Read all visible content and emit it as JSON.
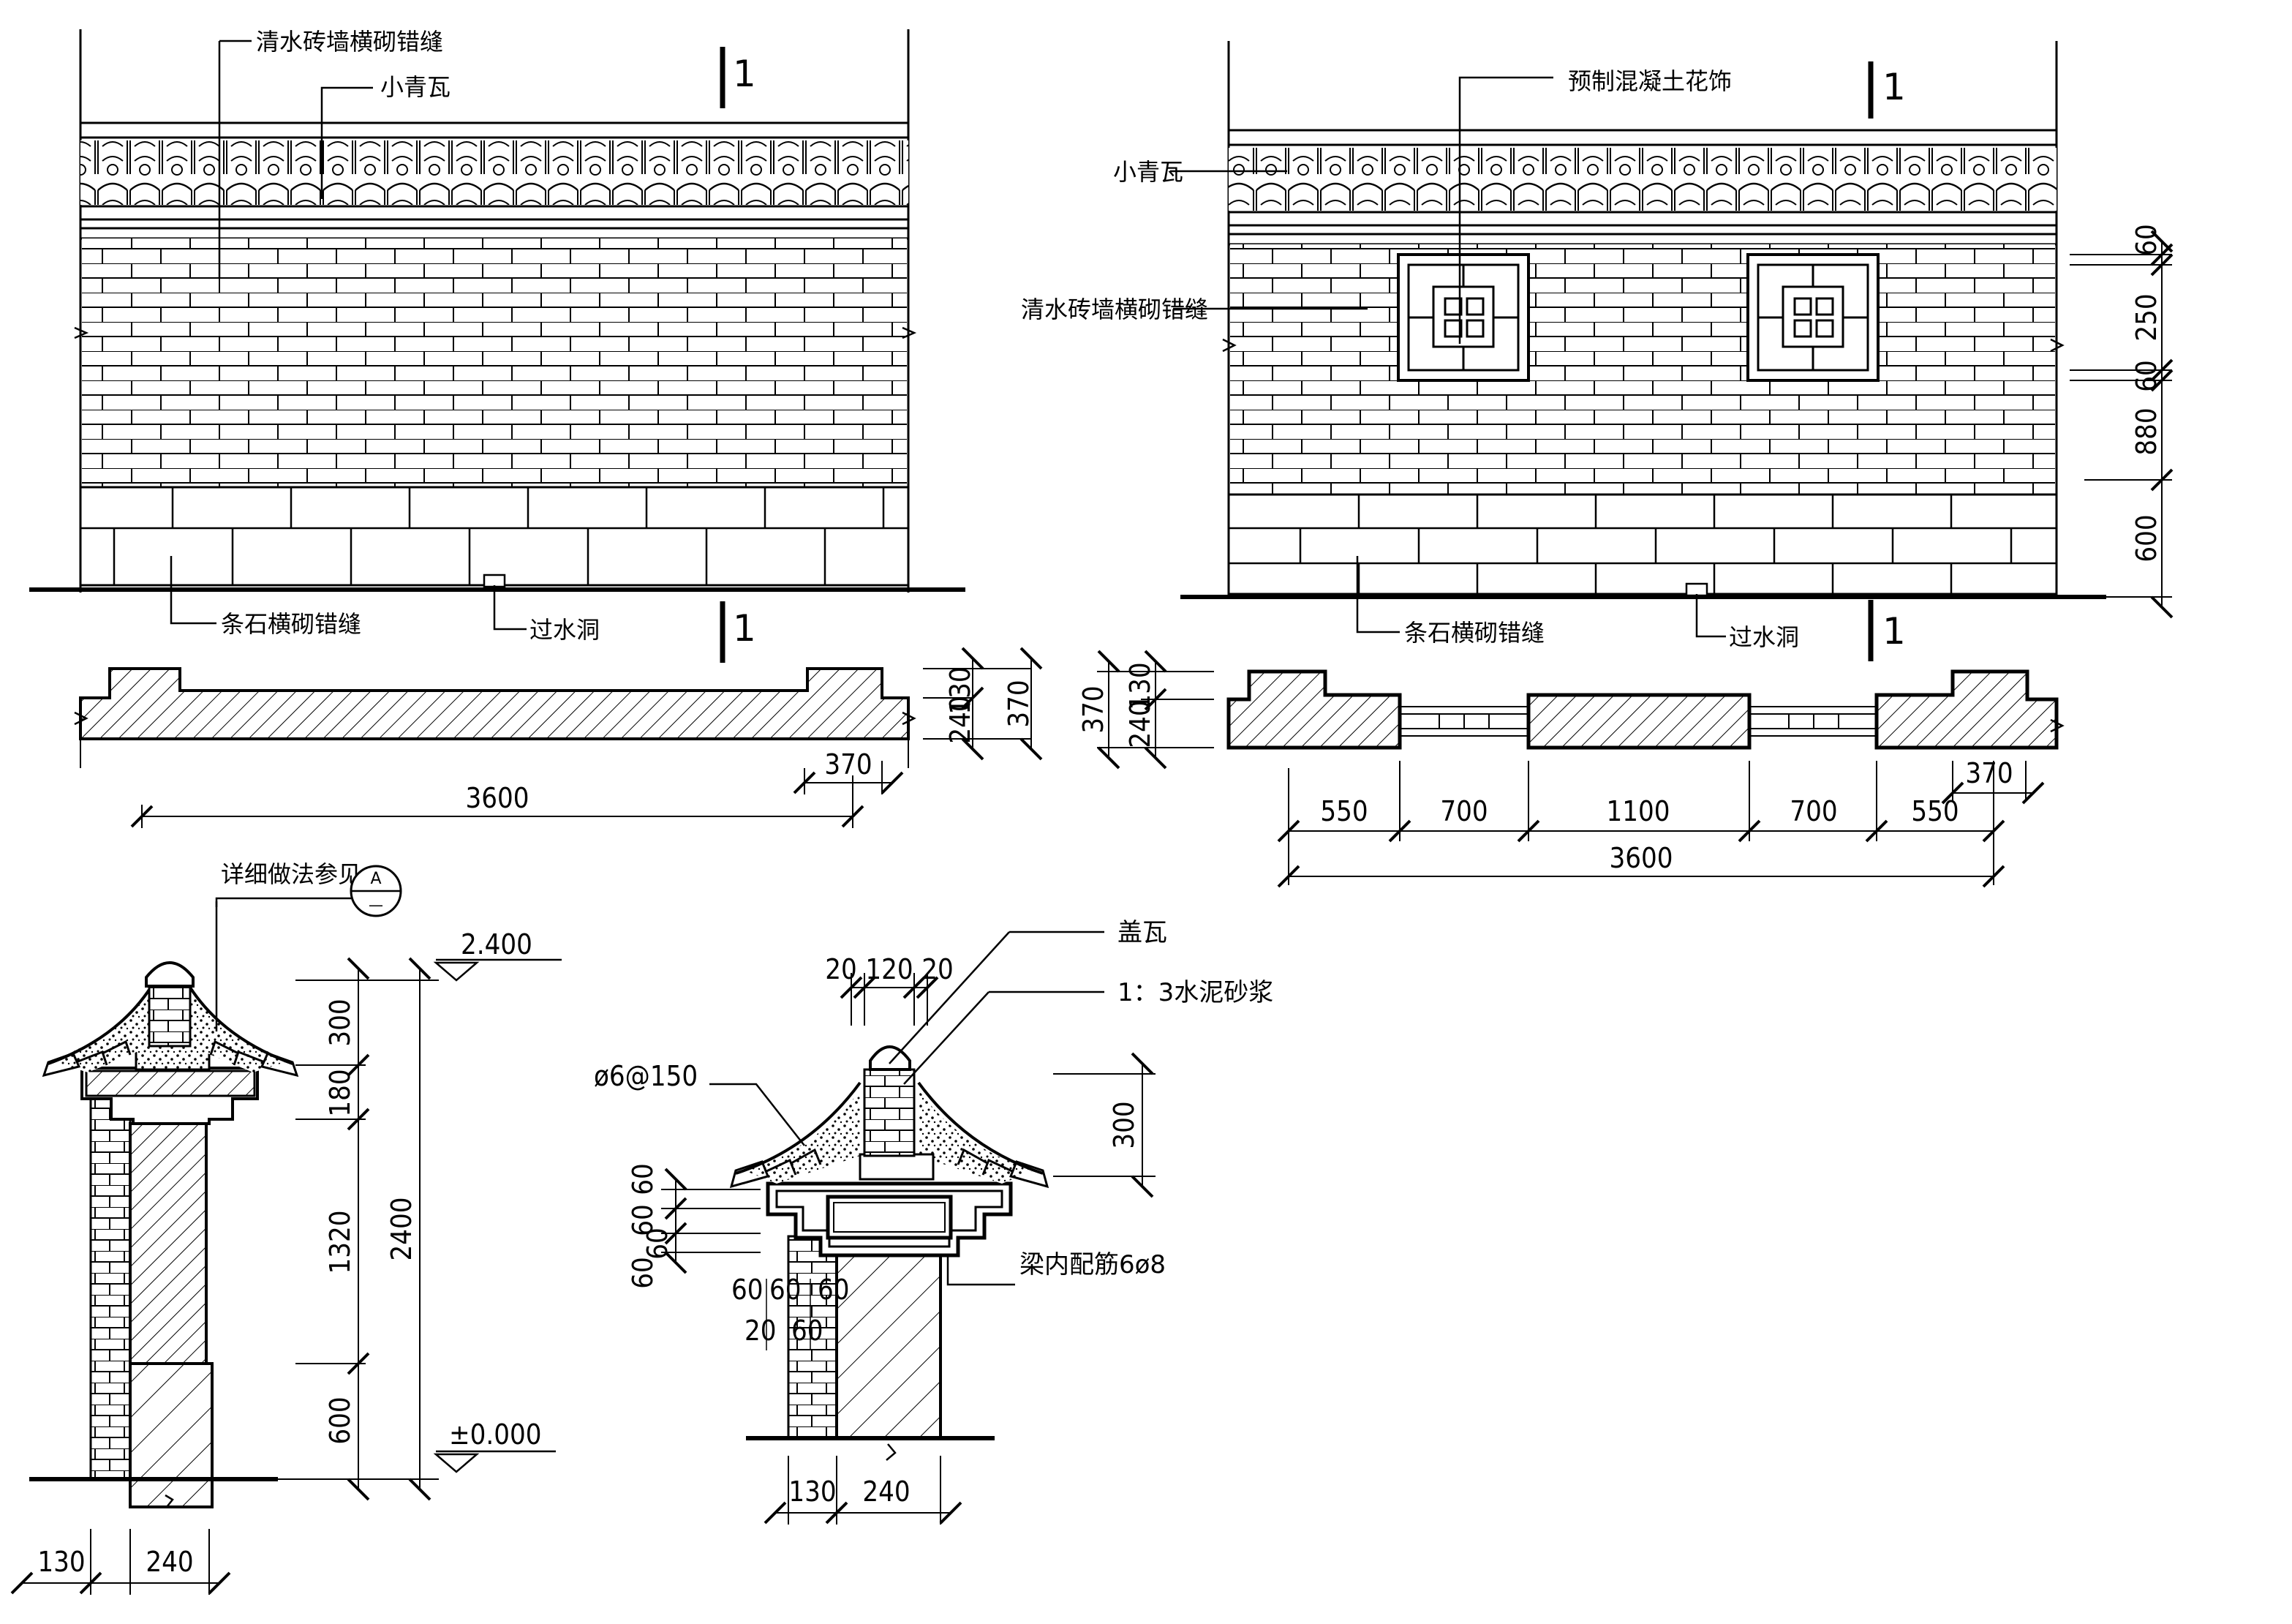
{
  "elevation_left": {
    "labels": {
      "brick_wall": "清水砖墙横砌错缝",
      "tile": "小青瓦",
      "stone": "条石横砌错缝",
      "drain": "过水洞"
    },
    "section_mark": "1",
    "plan_dims": {
      "d130": "130",
      "d240": "240",
      "d370": "370",
      "d370b": "370",
      "d3600": "3600"
    }
  },
  "elevation_right": {
    "labels": {
      "ornament": "预制混凝土花饰",
      "tile": "小青瓦",
      "brick_wall": "清水砖墙横砌错缝",
      "stone": "条石横砌错缝",
      "drain": "过水洞"
    },
    "section_mark": "1",
    "side_dims": [
      "60",
      "250",
      "60",
      "880",
      "600"
    ],
    "plan_dims": {
      "d130": "130",
      "d240": "240",
      "d370": "370",
      "d370b": "370",
      "segments": [
        "550",
        "700",
        "1100",
        "700",
        "550"
      ],
      "total": "3600"
    }
  },
  "section_left": {
    "detail_ref": "详细做法参见",
    "detail_symbol_top": "A",
    "detail_symbol_bottom": "—",
    "level_top": "2.400",
    "level_bottom": "±0.000",
    "height_dims": [
      "300",
      "180",
      "1320",
      "600"
    ],
    "total_height": "2400",
    "width_dims": [
      "130",
      "240"
    ]
  },
  "section_right": {
    "label_cap_tile": "盖瓦",
    "label_mortar": "1：3水泥砂浆",
    "label_stirrup": "ø6@150",
    "label_rebar": "梁内配筋6ø8",
    "top_dims": [
      "20",
      "120",
      "20"
    ],
    "height_dim": "300",
    "left_dims": [
      "60",
      "60",
      "60",
      "60"
    ],
    "small_dims_row1": [
      "60",
      "60",
      "60"
    ],
    "small_dims_row2": [
      "20",
      "60"
    ],
    "width_dims": [
      "130",
      "240"
    ]
  }
}
